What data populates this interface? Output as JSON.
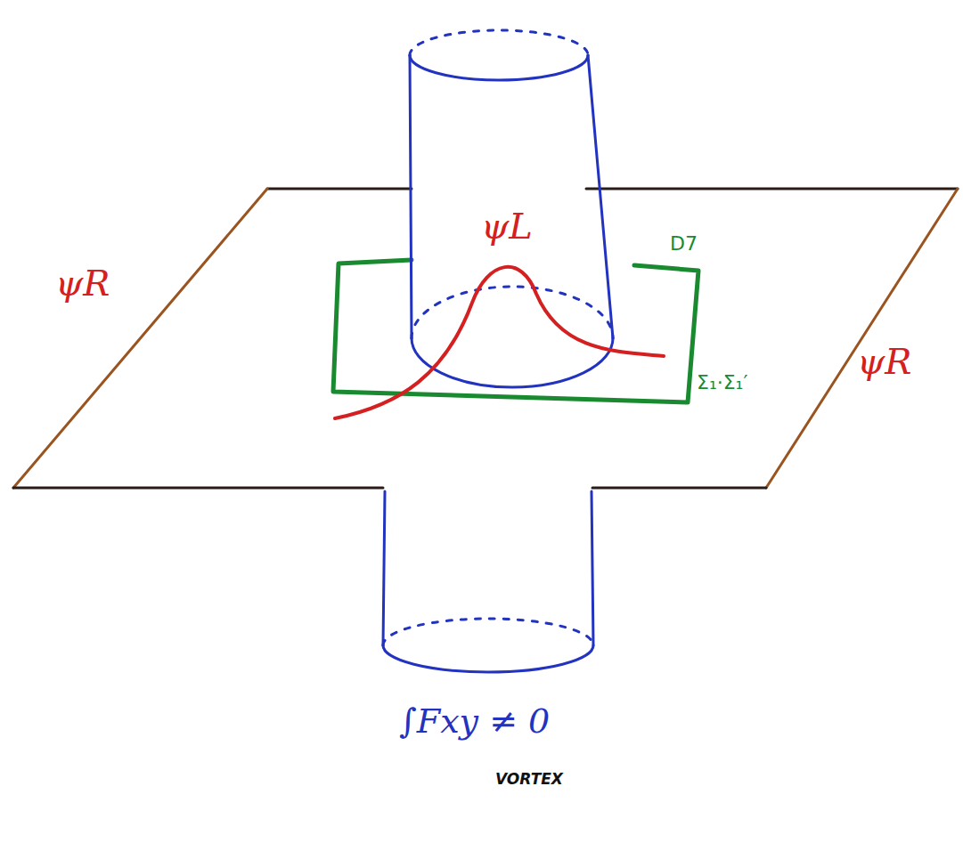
{
  "diagram": {
    "labels": [
      "ψL",
      "D7",
      "Σ₁·Σ₁′",
      "ψR",
      "ψR",
      "∫Fxy ≠ 0",
      "VORTEX"
    ]
  }
}
